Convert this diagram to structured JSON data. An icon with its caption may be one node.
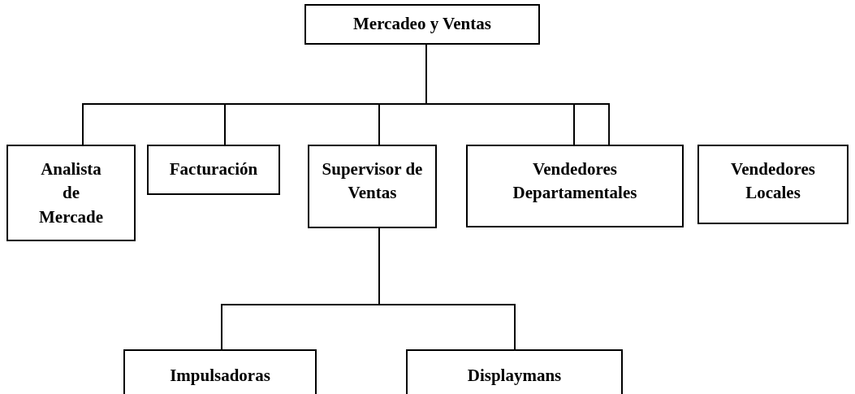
{
  "diagram": {
    "nodes": [
      {
        "text": [
          "Mercadeo y Ventas"
        ]
      },
      {
        "text": [
          "Analista de Mercade"
        ]
      },
      {
        "text": [
          "Facturación"
        ]
      },
      {
        "text": [
          "Supervisor de Ventas"
        ]
      },
      {
        "text": [
          "Vendedores Departamentales"
        ]
      },
      {
        "text": [
          "Vendedores Locales"
        ]
      },
      {
        "text": [
          "Impulsadoras"
        ]
      },
      {
        "text": [
          "Displaymans"
        ]
      }
    ],
    "edges": [
      {
        "from": 0,
        "to": 1,
        "arrow": "none"
      },
      {
        "from": 0,
        "to": 2,
        "arrow": "none"
      },
      {
        "from": 0,
        "to": 3,
        "arrow": "none"
      },
      {
        "from": 0,
        "to": 4,
        "arrow": "none"
      },
      {
        "from": 0,
        "to": 4,
        "arrow": "none"
      },
      {
        "from": 3,
        "to": 6,
        "arrow": "none"
      },
      {
        "from": 3,
        "to": 7,
        "arrow": "none"
      }
    ]
  }
}
